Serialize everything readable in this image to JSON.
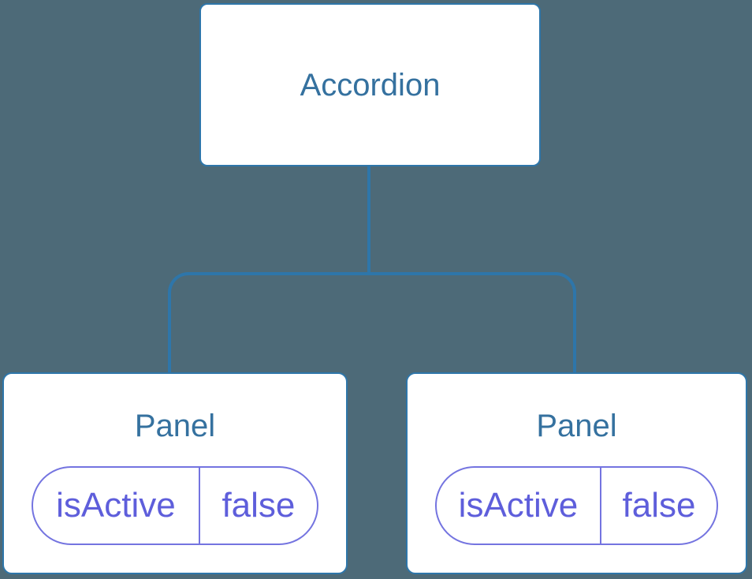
{
  "tree": {
    "root": {
      "label": "Accordion"
    },
    "children": [
      {
        "label": "Panel",
        "state": {
          "key": "isActive",
          "value": "false"
        }
      },
      {
        "label": "Panel",
        "state": {
          "key": "isActive",
          "value": "false"
        }
      }
    ]
  },
  "colors": {
    "background": "#4D6A78",
    "node_bg": "#FFFFFF",
    "node_border": "#2E76AA",
    "connector": "#2E76AA",
    "node_text": "#35719F",
    "state_border": "#7474E0",
    "state_text": "#5E5EDB"
  }
}
